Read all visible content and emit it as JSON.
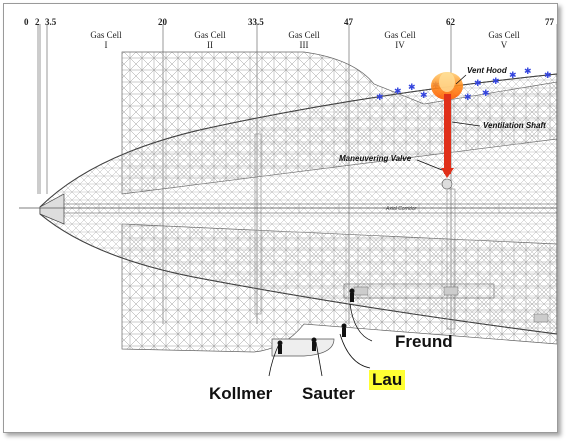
{
  "scale": {
    "ticks": [
      "0",
      "2",
      "3.5",
      "20",
      "33.5",
      "47",
      "62",
      "77"
    ]
  },
  "cells": [
    {
      "name": "Gas Cell",
      "number": "I"
    },
    {
      "name": "Gas Cell",
      "number": "II"
    },
    {
      "name": "Gas Cell",
      "number": "III"
    },
    {
      "name": "Gas Cell",
      "number": "IV"
    },
    {
      "name": "Gas Cell",
      "number": "V"
    }
  ],
  "labels": {
    "vent_hood": "Vent Hood",
    "ventilation_shaft": "Ventilation Shaft",
    "maneuvering_valve": "Maneuvering Valve",
    "axial_corridor": "Axial Corridor"
  },
  "crew": {
    "freund": "Freund",
    "lau": "Lau",
    "kollmer": "Kollmer",
    "sauter": "Sauter"
  },
  "colors": {
    "fire": "#ff6a00",
    "shaft": "#e0301a",
    "highlight": "#ffff33",
    "stars": "#3344dd"
  }
}
